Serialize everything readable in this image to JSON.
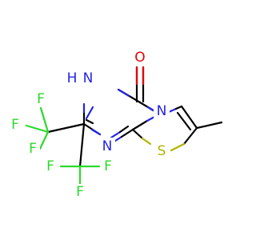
{
  "molecule": {
    "atoms": [
      {
        "id": "O",
        "symbol": "O",
        "color": "#e60000"
      },
      {
        "id": "N3",
        "symbol": "H",
        "color": "#2424e6"
      },
      {
        "id": "N3b",
        "symbol": "N",
        "color": "#2424e6"
      },
      {
        "id": "N4",
        "symbol": "N",
        "color": "#2424e6"
      },
      {
        "id": "N1",
        "symbol": "N",
        "color": "#2424e6"
      },
      {
        "id": "S",
        "symbol": "S",
        "color": "#b3b300"
      },
      {
        "id": "F1",
        "symbol": "F",
        "color": "#2bd92b"
      },
      {
        "id": "F2",
        "symbol": "F",
        "color": "#2bd92b"
      },
      {
        "id": "F3",
        "symbol": "F",
        "color": "#2bd92b"
      },
      {
        "id": "F4",
        "symbol": "F",
        "color": "#2bd92b"
      },
      {
        "id": "F5",
        "symbol": "F",
        "color": "#2bd92b"
      },
      {
        "id": "F6",
        "symbol": "F",
        "color": "#2bd92b"
      }
    ]
  }
}
